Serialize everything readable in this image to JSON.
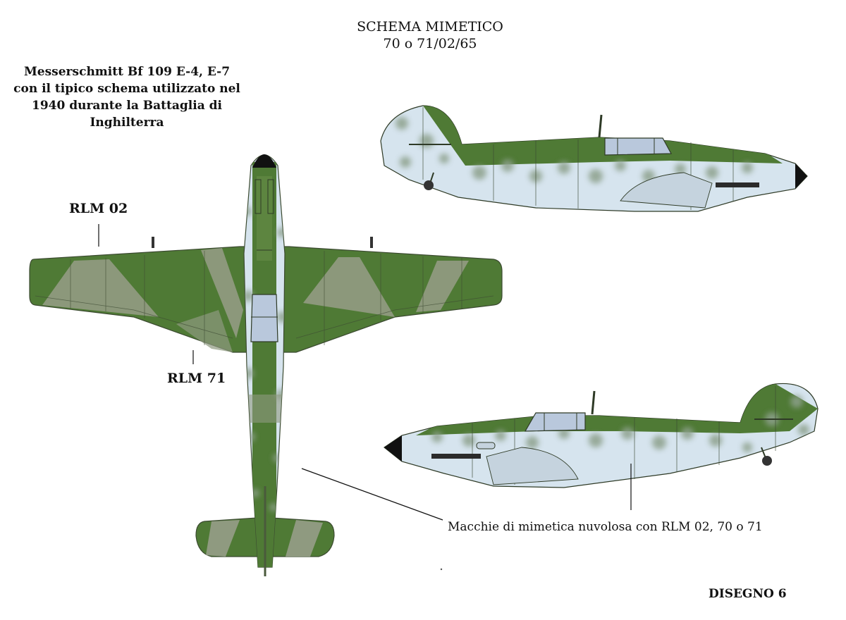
{
  "header": {
    "title_line1": "SCHEMA MIMETICO",
    "title_line2": "70 o 71/02/65"
  },
  "caption": {
    "line1": "Messerschmitt Bf 109 E-4, E-7",
    "line2": "con il tipico schema utilizzato nel",
    "line3": "1940 durante la Battaglia di",
    "line4": "Inghilterra"
  },
  "labels": {
    "rlm02": "RLM 02",
    "rlm71": "RLM 71",
    "mottle": "Macchie di mimetica nuvolosa con RLM 02, 70 o 71"
  },
  "footer": {
    "drawing_number": "DISEGNO 6"
  },
  "colors": {
    "rlm71_dark_green": "#4f7a35",
    "rlm02_grey_green": "#8f9a80",
    "rlm65_light_blue": "#d6e4ee",
    "mottle": "#8da08c",
    "canopy_glass": "#b9c8dc",
    "spinner": "#111111"
  }
}
